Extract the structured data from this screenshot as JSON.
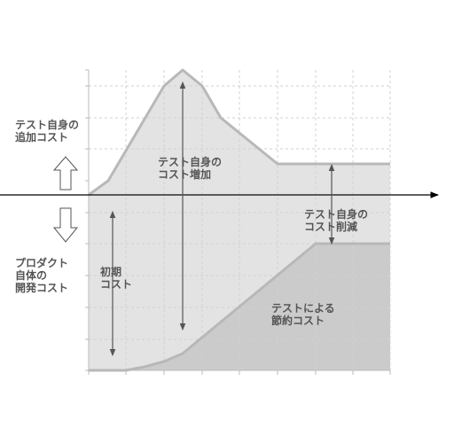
{
  "labels": {
    "test_cost_added_1": "テスト自身の",
    "test_cost_added_2": "追加コスト",
    "product_cost_1": "プロダクト",
    "product_cost_2": "自体の",
    "product_cost_3": "開発コスト",
    "initial_cost_1": "初期",
    "initial_cost_2": "コスト",
    "test_cost_increase_1": "テスト自身の",
    "test_cost_increase_2": "コスト増加",
    "test_cost_reduction_1": "テスト自身の",
    "test_cost_reduction_2": "コスト削減",
    "savings_1": "テストによる",
    "savings_2": "節約コスト"
  },
  "colors": {
    "upper_area": "#e3e3e3",
    "lower_area": "#e3e3e3",
    "savings_area": "#cbcbcb",
    "outline": "#b8b8b8",
    "grid": "#d6d6d6",
    "arrow": "#555555",
    "text": "#555555",
    "axis": "#000000"
  },
  "icons": [
    "up-arrow-icon",
    "down-arrow-icon"
  ]
}
